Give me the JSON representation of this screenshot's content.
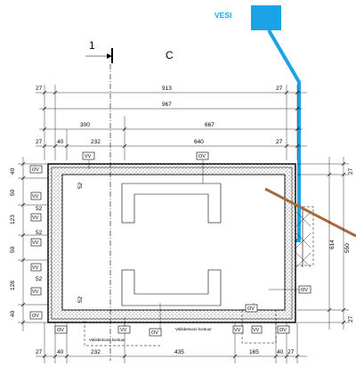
{
  "labels": {
    "vesi": "VESI",
    "section_number": "1",
    "axis_letter": "C",
    "contour_note_left": "Välisbetooni kontuur",
    "contour_note_right": "Välisbetooni kontuur"
  },
  "dims": {
    "top_row1_a": "27",
    "top_row1_b": "913",
    "top_row1_c": "27",
    "top_row2": "967",
    "top_row3_a": "300",
    "top_row3_b": "667",
    "top_row4_a": "27",
    "top_row4_b": "40",
    "top_row4_c": "232",
    "top_row4_d": "640",
    "top_row4_e": "27",
    "left_a": "40",
    "left_b": "50",
    "left_c": "123",
    "left_d": "50",
    "left_e": "128",
    "left_f": "40",
    "inner_a": "52",
    "inner_b": "52",
    "inner_c": "52",
    "inner_d": "52",
    "inner_e": "52",
    "right_a": "27",
    "right_b": "614",
    "right_c": "550",
    "right_d": "27",
    "bottom_a": "27",
    "bottom_b": "40",
    "bottom_c": "232",
    "bottom_d": "435",
    "bottom_e": "165",
    "bottom_f": "40",
    "bottom_g": "27"
  },
  "tags": {
    "ov": "OV",
    "vv": "VV"
  },
  "colors": {
    "water_pipe": "#1aa3e6",
    "brown_line": "#a86a3c"
  }
}
